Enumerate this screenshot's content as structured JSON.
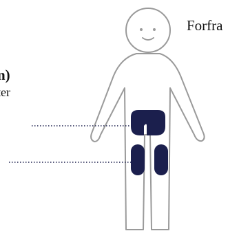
{
  "labels": {
    "front": "Forfra",
    "heading_fragment": "n)",
    "subtext_fragment": "ter"
  },
  "colors": {
    "outline": "#9a9a9a",
    "marker": "#1b1f4d",
    "leader": "#1b1f4d",
    "text": "#111111"
  }
}
